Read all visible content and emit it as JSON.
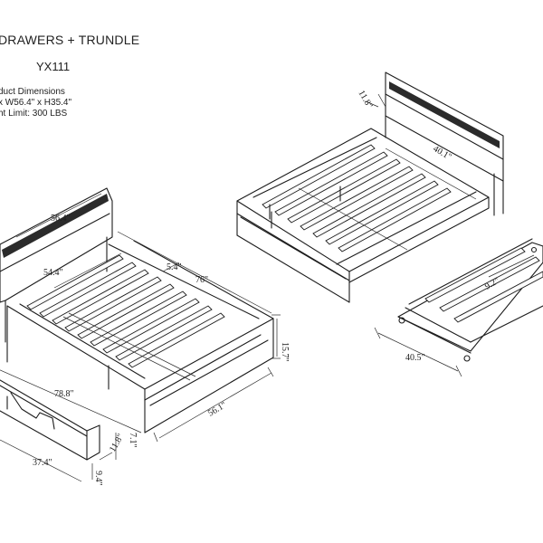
{
  "header": {
    "title": "DRAWERS + TRUNDLE",
    "model": "YX111",
    "spec_heading": "duct Dimensions",
    "spec_size": "x W56.4\" x H35.4\"",
    "spec_weight": "ht Limit: 300 LBS"
  },
  "dimensions": {
    "bed_headboard_width": "56.4\"",
    "bed_inner_width": "54.4\"",
    "bed_inner_length": "76\"",
    "bed_slat_gap": "5.4\"",
    "bed_height": "15.7\"",
    "bed_length": "78.8\"",
    "bed_width": "56.1\"",
    "drawer_length": "37.4\"",
    "drawer_height": "9.4\"",
    "drawer_depth": "11.8\"",
    "drawer_side": "7.1\"",
    "top_headboard_depth": "11.8\"",
    "top_inner_width": "40.1\"",
    "trundle_width": "9.2\"",
    "trundle_length": "40.5\""
  }
}
